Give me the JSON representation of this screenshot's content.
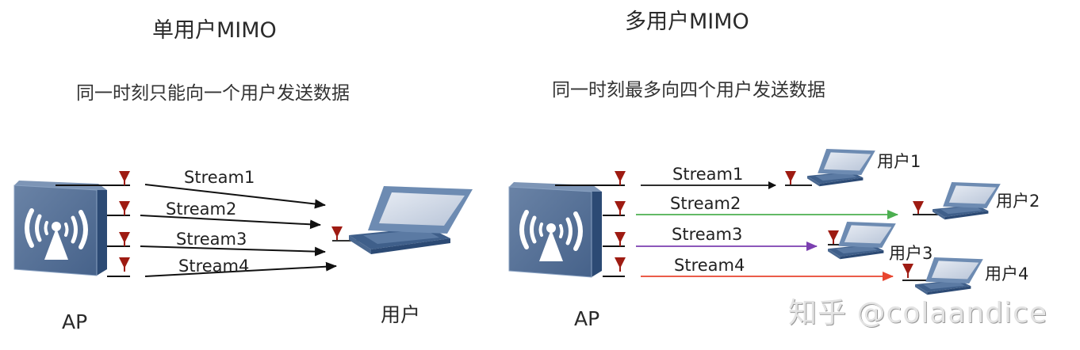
{
  "single_user": {
    "title": "单用户MIMO",
    "subtitle": "同一时刻只能向一个用户发送数据",
    "ap_label": "AP",
    "user_label": "用户",
    "streams": [
      "Stream1",
      "Stream2",
      "Stream3",
      "Stream4"
    ]
  },
  "multi_user": {
    "title": "多用户MIMO",
    "subtitle": "同一时刻最多向四个用户发送数据",
    "ap_label": "AP",
    "streams": [
      {
        "label": "Stream1",
        "color": "#111111",
        "target": "用户1"
      },
      {
        "label": "Stream2",
        "color": "#4caf50",
        "target": "用户2"
      },
      {
        "label": "Stream3",
        "color": "#7b3fb0",
        "target": "用户3"
      },
      {
        "label": "Stream4",
        "color": "#e8452f",
        "target": "用户4"
      }
    ],
    "users": [
      "用户1",
      "用户2",
      "用户3",
      "用户4"
    ]
  },
  "colors": {
    "antenna": "#9e1b12",
    "device_front": "#4f6a90",
    "device_side": "#2c4a74",
    "laptop": "#5b7aa3"
  },
  "watermark": "知乎 @colaandice"
}
